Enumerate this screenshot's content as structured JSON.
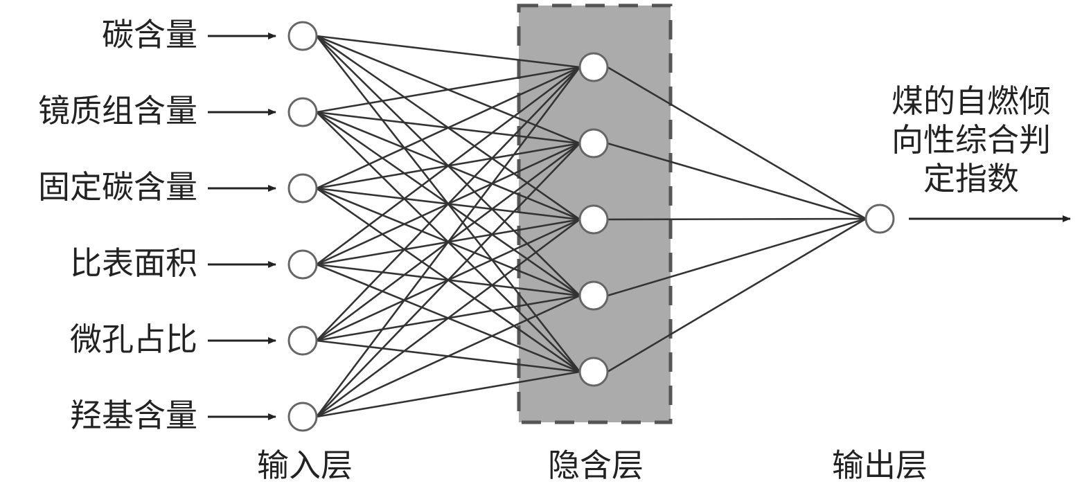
{
  "inputs": [
    "碳含量",
    "镜质组含量",
    "固定碳含量",
    "比表面积",
    "微孔占比",
    "羟基含量"
  ],
  "hidden_count": 5,
  "output_label_lines": [
    "煤的自燃倾",
    "向性综合判",
    "定指数"
  ],
  "layers": {
    "input": "输入层",
    "hidden": "隐含层",
    "output": "输出层"
  },
  "colors": {
    "hidden_box": "#ababab",
    "line": "#333333",
    "node_stroke": "#666666"
  }
}
